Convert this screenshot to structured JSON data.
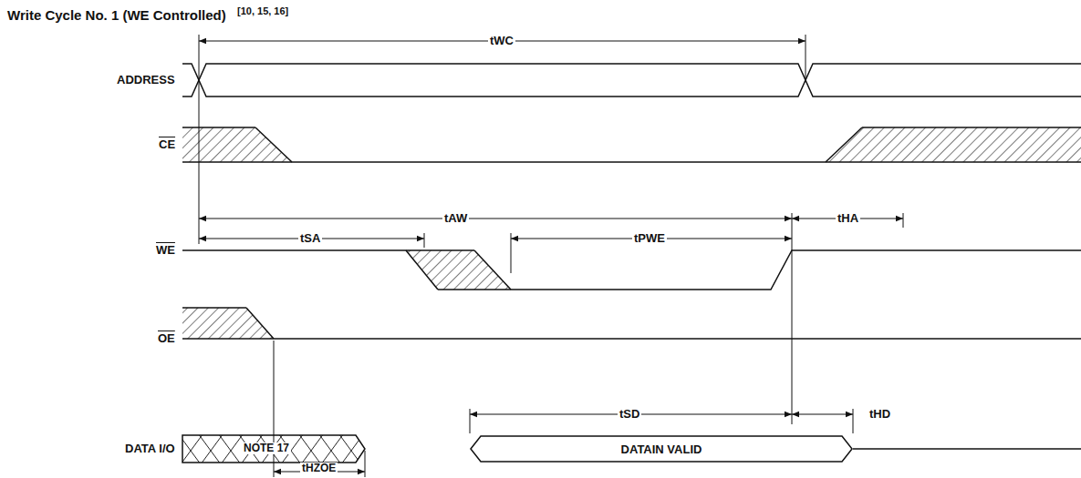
{
  "diagram": {
    "title": "Write Cycle No. 1 (WE Controlled)",
    "nodes": [
      {
        "text": [
          "DATAIN VALID"
        ]
      }
    ],
    "labels": [
      "[10, 15, 16]",
      "ADDRESS",
      "CE",
      "WE",
      "OE",
      "DATA I/O",
      "tWC",
      "tAW",
      "tHA",
      "tSA",
      "tPWE",
      "tSD",
      "tHD",
      "NOTE 17",
      "tHZOE"
    ]
  }
}
